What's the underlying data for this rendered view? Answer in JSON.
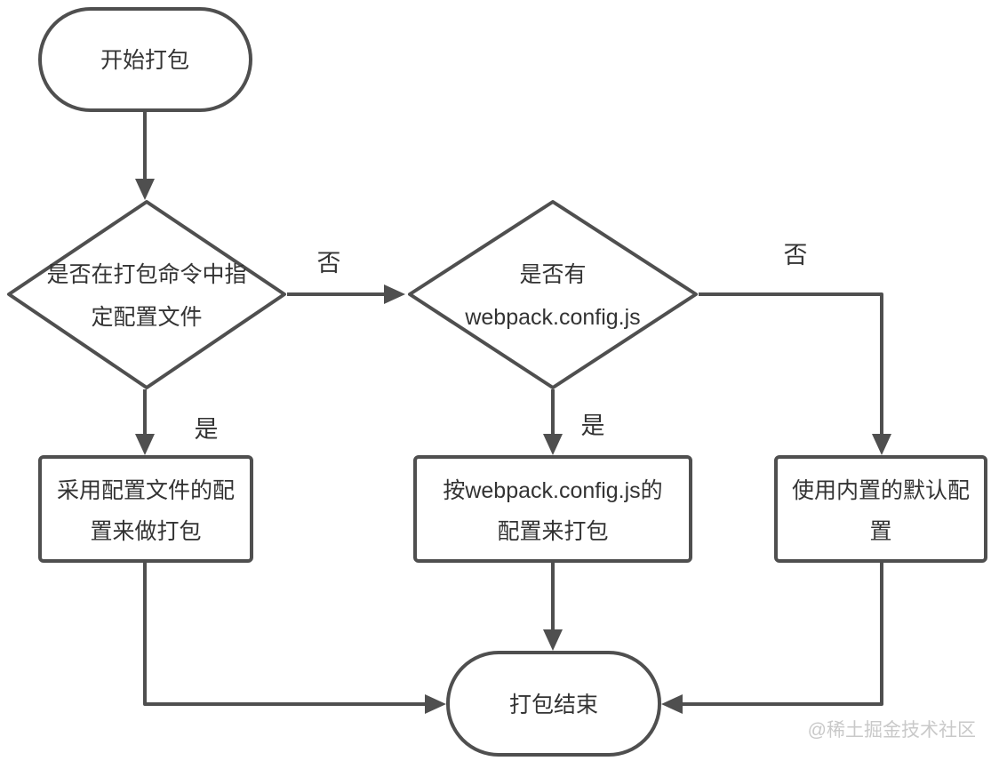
{
  "nodes": {
    "start": {
      "label": "开始打包"
    },
    "decision_specify_config": {
      "line1": "是否在打包命令中指",
      "line2": "定配置文件"
    },
    "decision_has_webpack_config": {
      "line1": "是否有",
      "line2": "webpack.config.js"
    },
    "process_config_file": {
      "line1": "采用配置文件的配",
      "line2": "置来做打包"
    },
    "process_webpack_config": {
      "line1": "按webpack.config.js的",
      "line2": "配置来打包"
    },
    "process_default_config": {
      "line1": "使用内置的默认配",
      "line2": "置"
    },
    "end": {
      "label": "打包结束"
    }
  },
  "edges": {
    "no_to_webpack_check": {
      "label": "否"
    },
    "yes_to_config_file": {
      "label": "是"
    },
    "yes_to_webpack_config": {
      "label": "是"
    },
    "no_to_default": {
      "label": "否"
    }
  },
  "watermark": {
    "text": "@稀土掘金技术社区"
  },
  "colors": {
    "stroke": "#4f4f4f",
    "text": "#333333",
    "watermark": "#c9c9c9",
    "background": "#ffffff"
  }
}
